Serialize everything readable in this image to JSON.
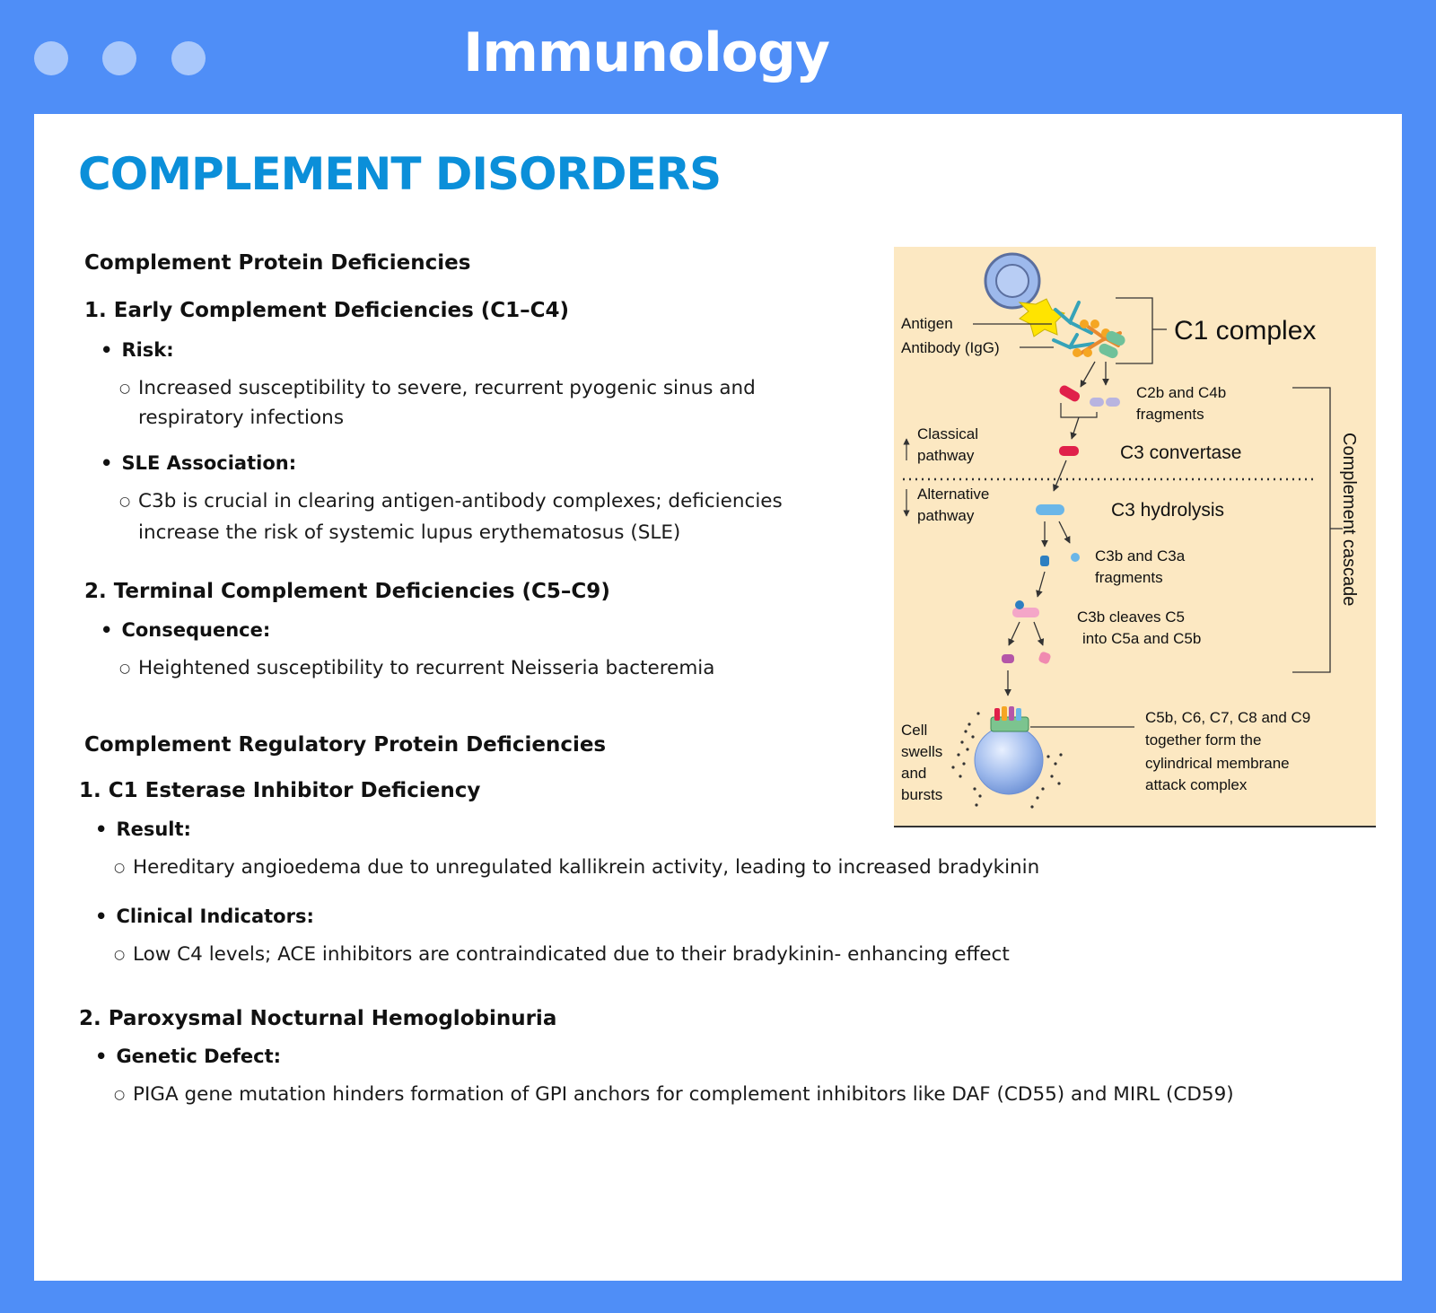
{
  "window": {
    "title": "Immunology",
    "controls": [
      "window-dot",
      "window-dot",
      "window-dot"
    ]
  },
  "page": {
    "heading": "COMPLEMENT DISORDERS",
    "protein_def": {
      "title": "Complement Protein Deficiencies",
      "early": {
        "title": "1. Early Complement Deficiencies (C1–C4)",
        "risk_label": "Risk:",
        "risk_line1": "Increased susceptibility to severe, recurrent pyogenic sinus and",
        "risk_line2": "respiratory infections",
        "sle_label": "SLE Association:",
        "sle_line1": "C3b is crucial in clearing antigen-antibody complexes; deficiencies",
        "sle_line2": "increase the risk of systemic lupus erythematosus (SLE)"
      },
      "terminal": {
        "title": "2. Terminal Complement Deficiencies (C5–C9)",
        "cons_label": "Consequence:",
        "cons_text": "Heightened susceptibility to recurrent Neisseria bacteremia"
      }
    },
    "regulatory_def": {
      "title": "Complement Regulatory Protein Deficiencies",
      "c1inh": {
        "title": "1. C1 Esterase Inhibitor Deficiency",
        "result_label": "Result:",
        "result_text": "Hereditary angioedema due to unregulated kallikrein activity, leading to increased bradykinin",
        "clinical_label": "Clinical Indicators:",
        "clinical_text": "Low C4 levels; ACE inhibitors are contraindicated due to their bradykinin- enhancing effect"
      },
      "pnh": {
        "title": "2. Paroxysmal Nocturnal Hemoglobinuria",
        "genetic_label": "Genetic Defect:",
        "genetic_text": "PIGA gene mutation hinders formation of GPI anchors for complement inhibitors like DAF (CD55) and MIRL (CD59)"
      }
    }
  },
  "diagram": {
    "background": "#fce8c2",
    "labels": {
      "antigen": "Antigen",
      "antibody": "Antibody (IgG)",
      "c1_complex": "C1 complex",
      "c2b_c4b_1": "C2b and C4b",
      "c2b_c4b_2": "fragments",
      "classical_1": "Classical",
      "classical_2": "pathway",
      "c3_convertase": "C3 convertase",
      "alternative_1": "Alternative",
      "alternative_2": "pathway",
      "c3_hydrolysis": "C3 hydrolysis",
      "c3b_c3a_1": "C3b and C3a",
      "c3b_c3a_2": "fragments",
      "c5_cleave_1": "C3b cleaves C5",
      "c5_cleave_2": "into C5a and C5b",
      "cascade": "Complement cascade",
      "cell_1": "Cell",
      "cell_2": "swells",
      "cell_3": "and",
      "cell_4": "bursts",
      "mac_1": "C5b, C6, C7, C8 and C9",
      "mac_2": "together form the",
      "mac_3": "cylindrical membrane",
      "mac_4": "attack complex"
    }
  }
}
